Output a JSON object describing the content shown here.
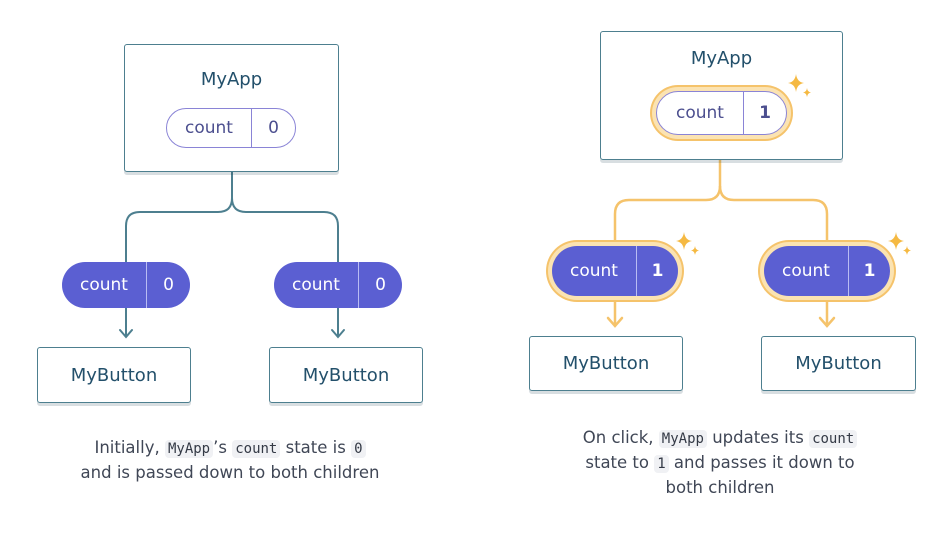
{
  "colors": {
    "line_left": "#4d7f8f",
    "line_right": "#f5c36b",
    "pill_purple": "#5b5fd2",
    "sparkle": "#f5b942"
  },
  "left": {
    "parent": {
      "title": "MyApp",
      "count_label": "count",
      "count_value": "0"
    },
    "children": [
      {
        "label": "MyButton",
        "count_label": "count",
        "count_value": "0"
      },
      {
        "label": "MyButton",
        "count_label": "count",
        "count_value": "0"
      }
    ],
    "caption": {
      "t1": "Initially, ",
      "c1": "MyApp",
      "t2": "’s ",
      "c2": "count",
      "t3": " state is ",
      "c3": "0",
      "t4": "and is passed down to both children"
    }
  },
  "right": {
    "parent": {
      "title": "MyApp",
      "count_label": "count",
      "count_value": "1"
    },
    "children": [
      {
        "label": "MyButton",
        "count_label": "count",
        "count_value": "1"
      },
      {
        "label": "MyButton",
        "count_label": "count",
        "count_value": "1"
      }
    ],
    "caption": {
      "t1": "On click, ",
      "c1": "MyApp",
      "t2": " updates its ",
      "c2": "count",
      "t3": "state to ",
      "c3": "1",
      "t4": " and passes it down to",
      "t5": "both children"
    }
  }
}
